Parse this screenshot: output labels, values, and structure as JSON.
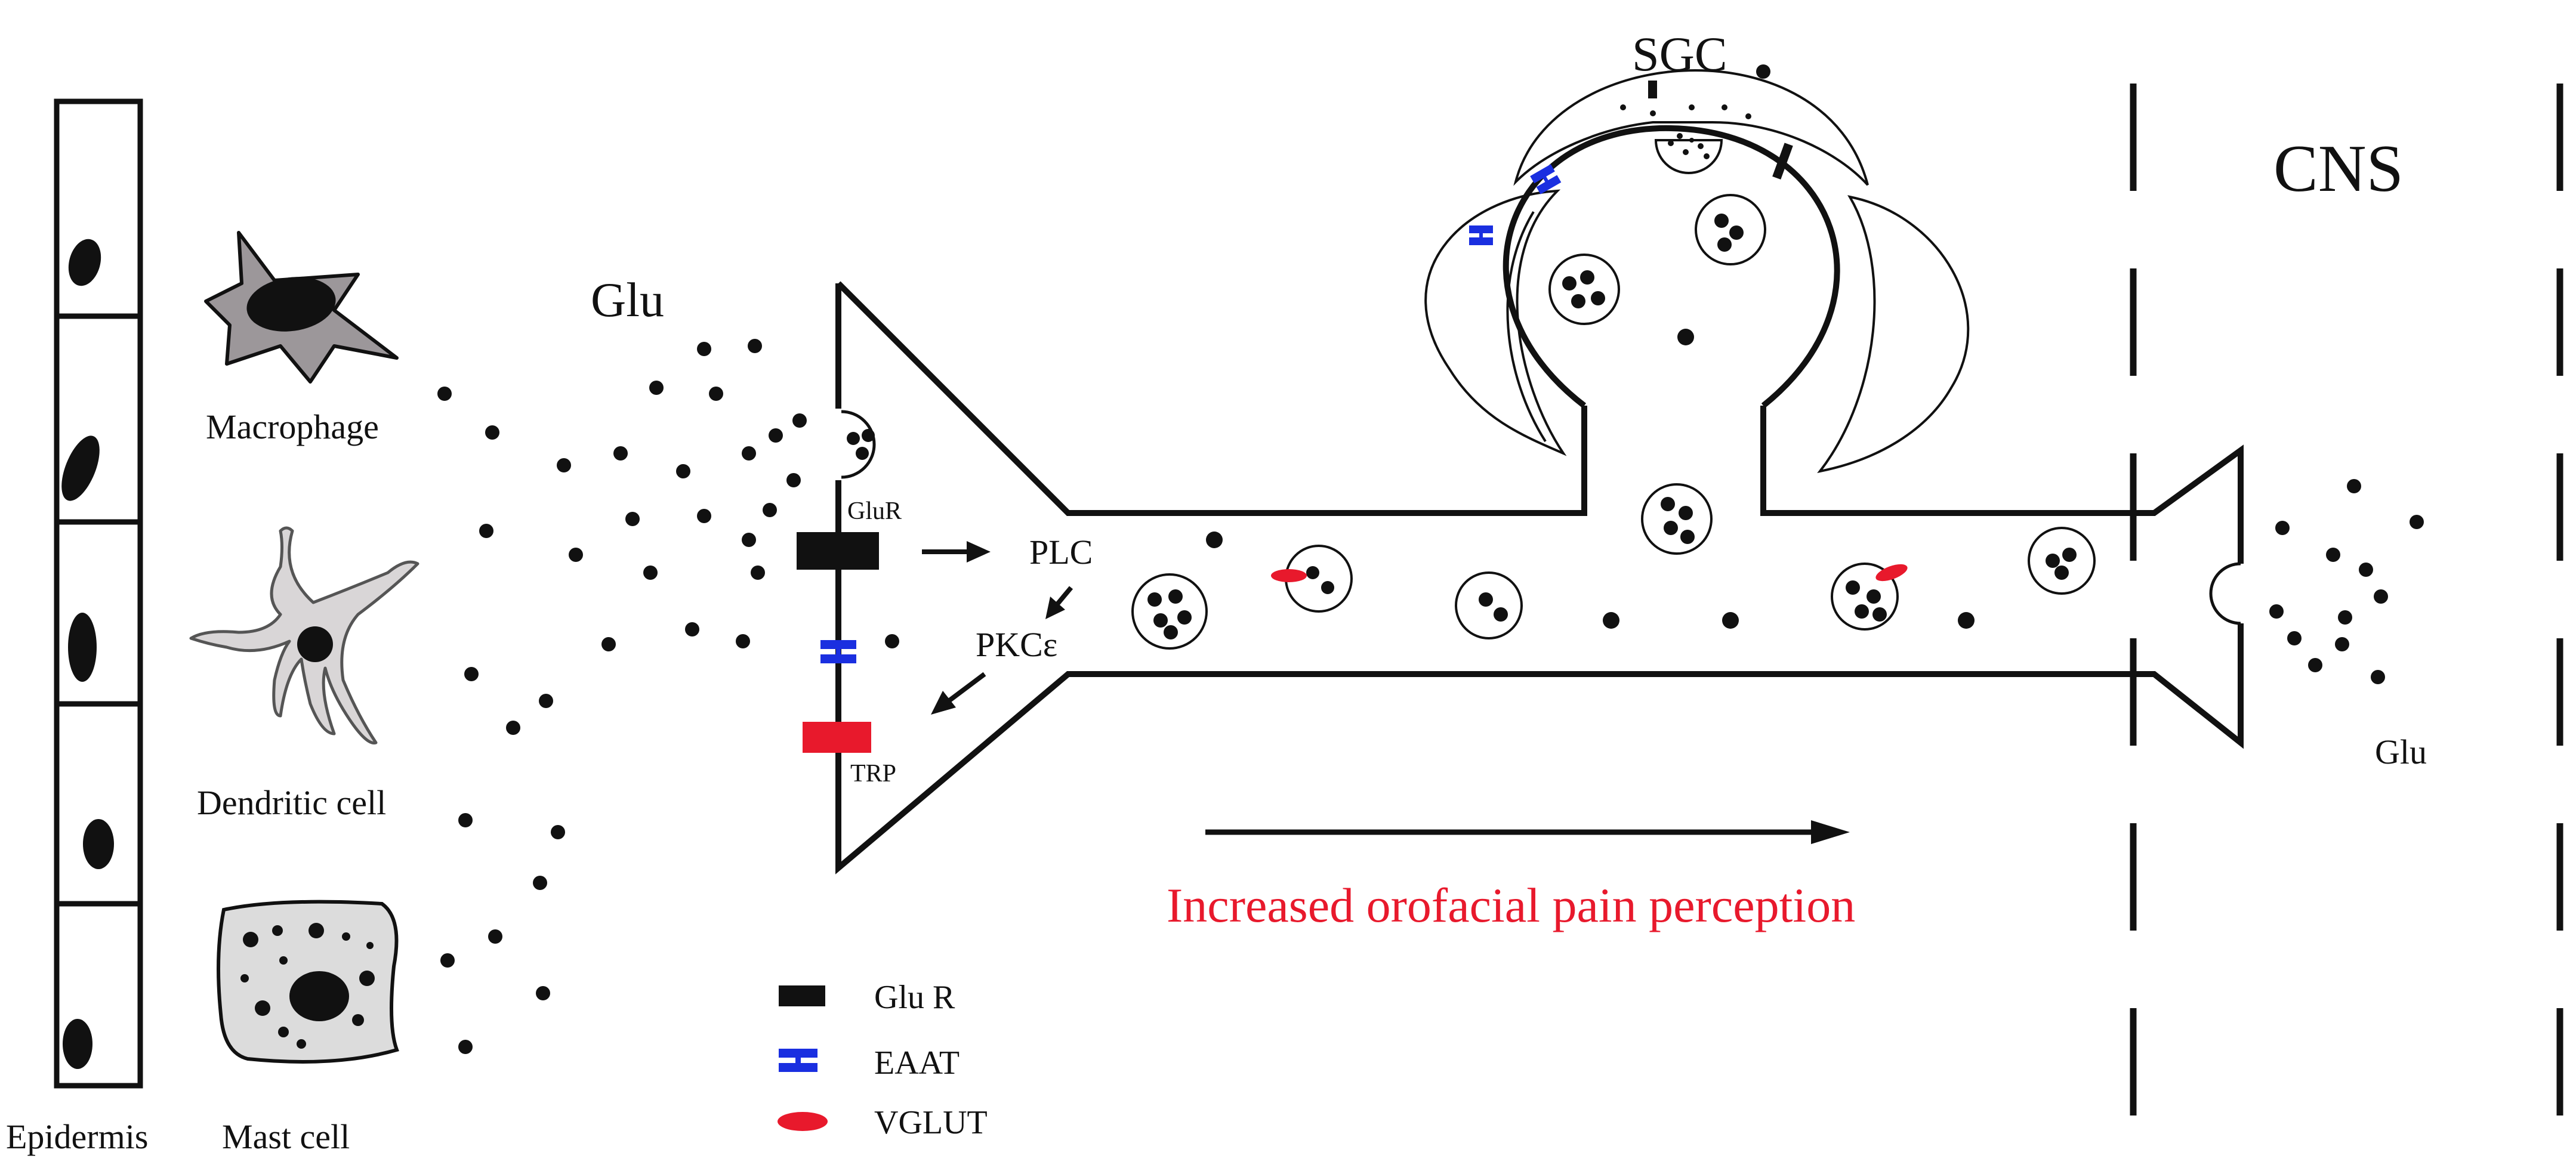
{
  "labels": {
    "epidermis": "Epidermis",
    "macrophage": "Macrophage",
    "dendritic_cell": "Dendritic cell",
    "mast_cell": "Mast cell",
    "glu_left": "Glu",
    "glu_right": "Glu",
    "glur": "GluR",
    "trp": "TRP",
    "plc": "PLC",
    "pkc": "PKCε",
    "sgc": "SGC",
    "cns": "CNS",
    "pain": "Increased orofacial pain perception"
  },
  "legend": [
    {
      "symbol": "glu-r-block",
      "label": "Glu R"
    },
    {
      "symbol": "eaat-clamp",
      "label": "EAAT"
    },
    {
      "symbol": "vglut-ellipse",
      "label": "VGLUT"
    }
  ],
  "colors": {
    "line": "#111111",
    "glu_receptor": "#111111",
    "eaat": "#1a2fe0",
    "trp": "#e8192c",
    "vglut": "#e8192c",
    "pain_text": "#e8192c",
    "cell_fill_dark": "#9c979a",
    "cell_fill_light": "#d9d6d7",
    "mast_fill": "#dcdcdc"
  }
}
